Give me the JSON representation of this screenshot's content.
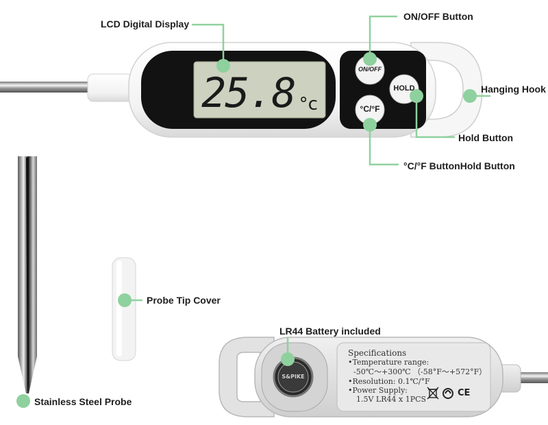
{
  "callouts": {
    "lcd_display": "LCD Digital Display",
    "on_off_button": "ON/OFF Button",
    "hanging_hook": "Hanging Hook",
    "hold_button": "Hold Button",
    "cf_button": "°C/°F ButtonHold Button",
    "probe_tip_cover": "Probe Tip Cover",
    "stainless_probe": "Stainless Steel Probe",
    "battery": "LR44 Battery included"
  },
  "display": {
    "reading": "25.8",
    "unit": "°c"
  },
  "buttons": {
    "on_off": "ON/OFF",
    "hold": "HOLD",
    "cf": "°C/°F"
  },
  "specs": {
    "heading": "Specifications",
    "temp_label": "•Temperature range:",
    "temp_value": "-50℃～+300℃ （-58°F～+572°F）",
    "resolution": "•Resolution: 0.1℃/°F",
    "power_label": "•Power Supply:",
    "power_value": "1.5V LR44 x 1PCS",
    "battery_text": "S&PIKE"
  },
  "certification_marks": {
    "ce": "CE"
  },
  "colors": {
    "accent_green": "#8fd19e",
    "body_white": "#f7f7f7",
    "lcd_green": "#cfd3c2",
    "panel_black": "#111111",
    "back_grey": "#e4e4e4"
  }
}
